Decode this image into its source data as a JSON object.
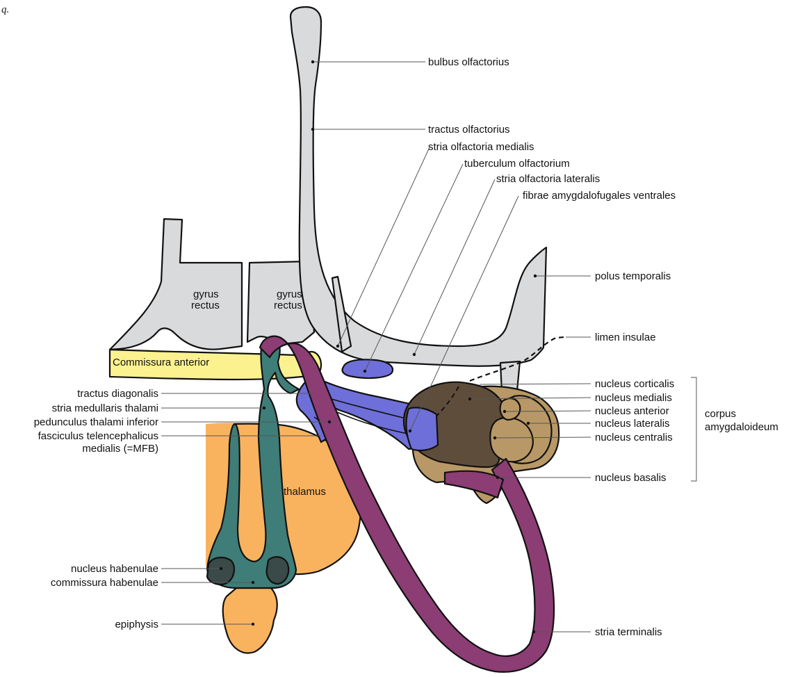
{
  "corner_mark": "q.",
  "inner_labels": {
    "gyrus_rectus_left_1": "gyrus",
    "gyrus_rectus_left_2": "rectus",
    "gyrus_rectus_right_1": "gyrus",
    "gyrus_rectus_right_2": "rectus",
    "commissura_anterior": "Commissura anterior",
    "thalamus": "thalamus"
  },
  "labels_right": {
    "bulbus_olfactorius": "bulbus olfactorius",
    "tractus_olfactorius": "tractus olfactorius",
    "stria_olfactoria_medialis": "stria olfactoria medialis",
    "tuberculum_olfactorium": "tuberculum olfactorium",
    "stria_olfactoria_lateralis": "stria olfactoria lateralis",
    "fibrae_amygdalofugales_ventrales": "fibrae amygdalofugales ventrales",
    "polus_temporalis": "polus temporalis",
    "limen_insulae": "limen insulae",
    "nucleus_corticalis": "nucleus corticalis",
    "nucleus_medialis": "nucleus medialis",
    "nucleus_anterior": "nucleus anterior",
    "nucleus_lateralis": "nucleus lateralis",
    "nucleus_centralis": "nucleus centralis",
    "nucleus_basalis": "nucleus basalis",
    "stria_terminalis": "stria terminalis"
  },
  "group_label": {
    "line1": "corpus",
    "line2": "amygdaloideum"
  },
  "labels_left": {
    "tractus_diagonalis": "tractus diagonalis",
    "stria_medullaris_thalami": "stria medullaris thalami",
    "pedunculus_thalami_inferior": "pedunculus thalami inferior",
    "fasciculus_telencephalicus_1": "fasciculus telencephalicus",
    "fasciculus_telencephalicus_2": "medialis (=MFB)",
    "nucleus_habenulae": "nucleus habenulae",
    "commissura_habenulae": "commissura habenulae",
    "epiphysis": "epiphysis"
  },
  "colors": {
    "gray_matter": "#d9dadc",
    "commissura": "#fbf28f",
    "thalamus": "#f9b35e",
    "stria_medullaris": "#3f7d78",
    "habenula": "#3a4a49",
    "stria_terminalis": "#8c3d74",
    "olfactory_blue": "#6f6fd9",
    "amygdala_dark": "#5f4d3c",
    "amygdala_light": "#b89866"
  }
}
